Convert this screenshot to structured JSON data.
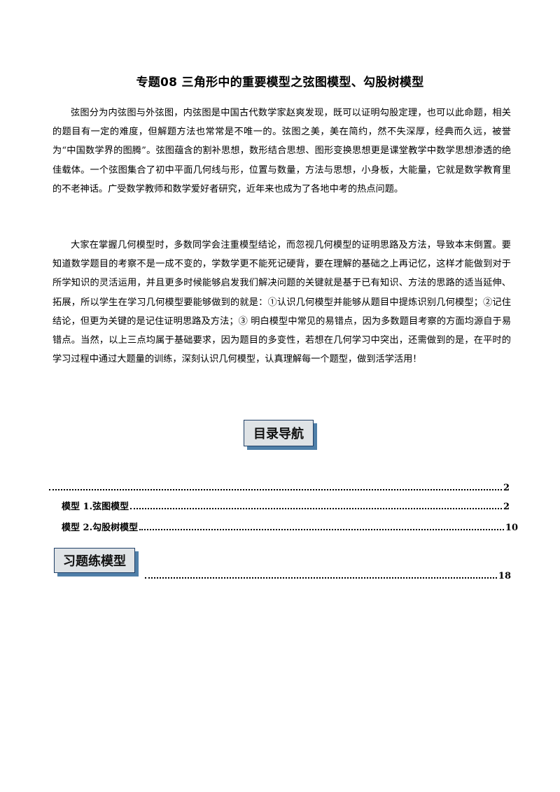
{
  "document": {
    "title": "专题08  三角形中的重要模型之弦图模型、勾股树模型",
    "paragraphs": [
      "弦图分为内弦图与外弦图，内弦图是中国古代数学家赵爽发现，既可以证明勾股定理，也可以此命题，相关的题目有一定的难度，但解题方法也常常是不唯一的。弦图之美，美在简约，然不失深厚，经典而久远，被誉为“中国数学界的图腾”。弦图蕴含的割补思想，数形结合思想、图形变换思想更是课堂教学中数学思想渗透的绝佳载体。一个弦图集合了初中平面几何线与形，位置与数量，方法与思想，小身板，大能量，它就是数学教育里的不老神话。广受数学教师和数学爱好者研究，近年来也成为了各地中考的热点问题。",
      "大家在掌握几何模型时，多数同学会注重模型结论，而忽视几何模型的证明思路及方法，导致本末倒置。要知道数学题目的考察不是一成不变的，学数学更不能死记硬背，要在理解的基础之上再记忆，这样才能做到对于所学知识的灵活运用，并且更多时候能够启发我们解决问题的关键就是基于已有知识、方法的思路的适当延伸、拓展，所以学生在学习几何模型要能够做到的就是：①认识几何模型并能够从题目中提炼识别几何模型；②记住结论，但更为关键的是记住证明思路及方法；③ 明白模型中常见的易错点，因为多数题目考察的方面均源自于易错点。当然，以上三点均属于基础要求，因为题目的多变性，若想在几何学习中突出，还需做到的是，在平时的学习过程中通过大题量的训练，深刻认识几何模型，认真理解每一个题型，做到活学活用！"
    ]
  },
  "toc": {
    "heading": "目录导航",
    "entries": [
      {
        "label": "",
        "page": "2"
      },
      {
        "label": "模型 1.弦图模型",
        "page": "2"
      },
      {
        "label": "模型 2.勾股树模型",
        "page": "10"
      }
    ]
  },
  "exercises": {
    "heading": "习题练模型",
    "entries": [
      {
        "label": "",
        "page": "18"
      }
    ]
  },
  "colors": {
    "badge_fill": "#dfe3e6",
    "badge_border": "#1f3f66",
    "badge_shadow": "#4f7fa8"
  }
}
